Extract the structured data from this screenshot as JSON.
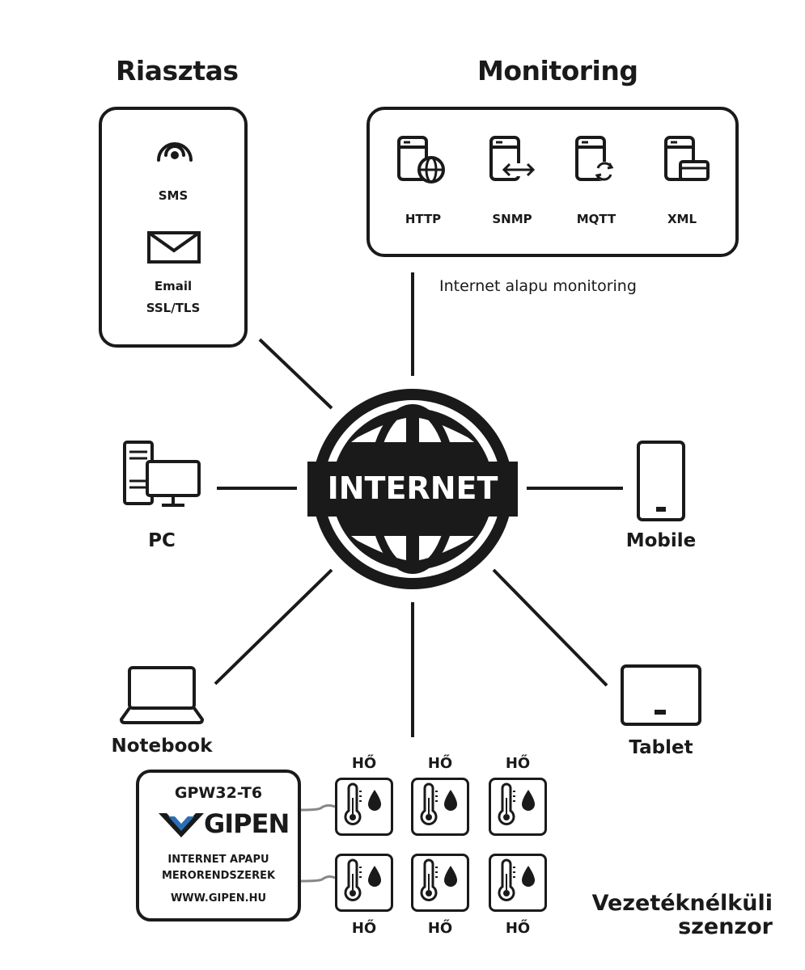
{
  "alarm": {
    "title": "Riasztas",
    "sms_label": "SMS",
    "email_label_line1": "Email",
    "email_label_line2": "SSL/TLS"
  },
  "monitoring": {
    "title": "Monitoring",
    "protocols": [
      "HTTP",
      "SNMP",
      "MQTT",
      "XML"
    ],
    "caption": "Internet alapu monitoring"
  },
  "hub": {
    "label": "INTERNET"
  },
  "devices": {
    "pc": "PC",
    "mobile": "Mobile",
    "notebook": "Notebook",
    "tablet": "Tablet"
  },
  "gateway": {
    "model": "GPW32-T6",
    "brand": "GIPEN",
    "line1": "INTERNET APAPU",
    "line2": "MERORENDSZEREK",
    "url": "WWW.GIPEN.HU"
  },
  "sensors": {
    "label": "HŐ",
    "caption_line1": "Vezetéknélküli",
    "caption_line2": "szenzor"
  },
  "colors": {
    "ink": "#1a1a1a",
    "brand_blue": "#2a6fb5",
    "background": "#ffffff"
  }
}
